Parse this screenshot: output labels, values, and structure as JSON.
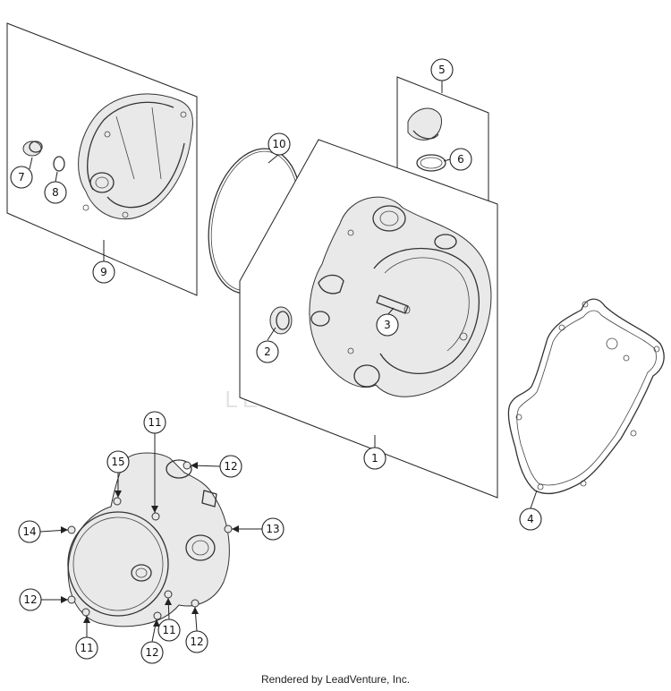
{
  "watermark": "LEADVENTURE",
  "footer": "Rendered by LeadVenture, Inc.",
  "callouts": {
    "c1": "1",
    "c2": "2",
    "c3": "3",
    "c4": "4",
    "c5": "5",
    "c6": "6",
    "c7": "7",
    "c8": "8",
    "c9": "9",
    "c10": "10",
    "b11a": "11",
    "b11b": "11",
    "b11c": "11",
    "b12a": "12",
    "b12b": "12",
    "b12c": "12",
    "b12d": "12",
    "b13": "13",
    "b14": "14",
    "b15": "15"
  }
}
